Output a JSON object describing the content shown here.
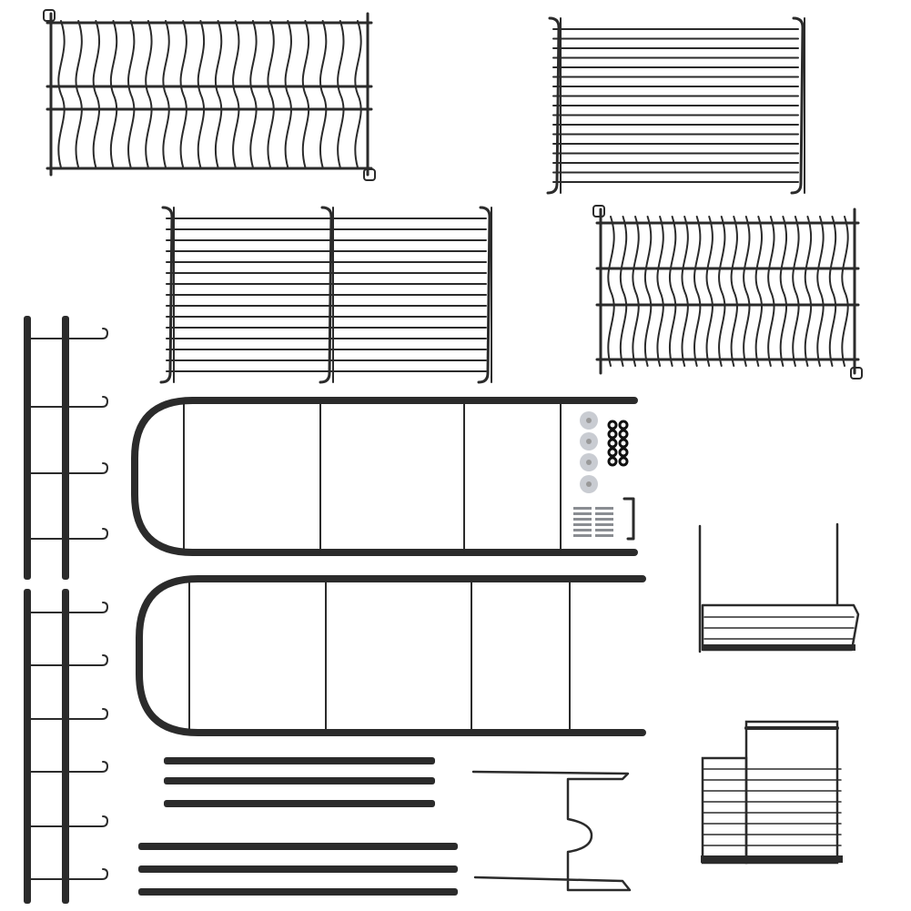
{
  "colors": {
    "metal": "#2b2b2b",
    "background": "#ffffff",
    "suction_cup": "#c9ccd2",
    "screw": "#8a8d92"
  },
  "counts": {
    "suction_cups": 4,
    "rings": 10,
    "screws": 12,
    "hook_post_sections": 2,
    "frames": 2,
    "rods": 6
  }
}
